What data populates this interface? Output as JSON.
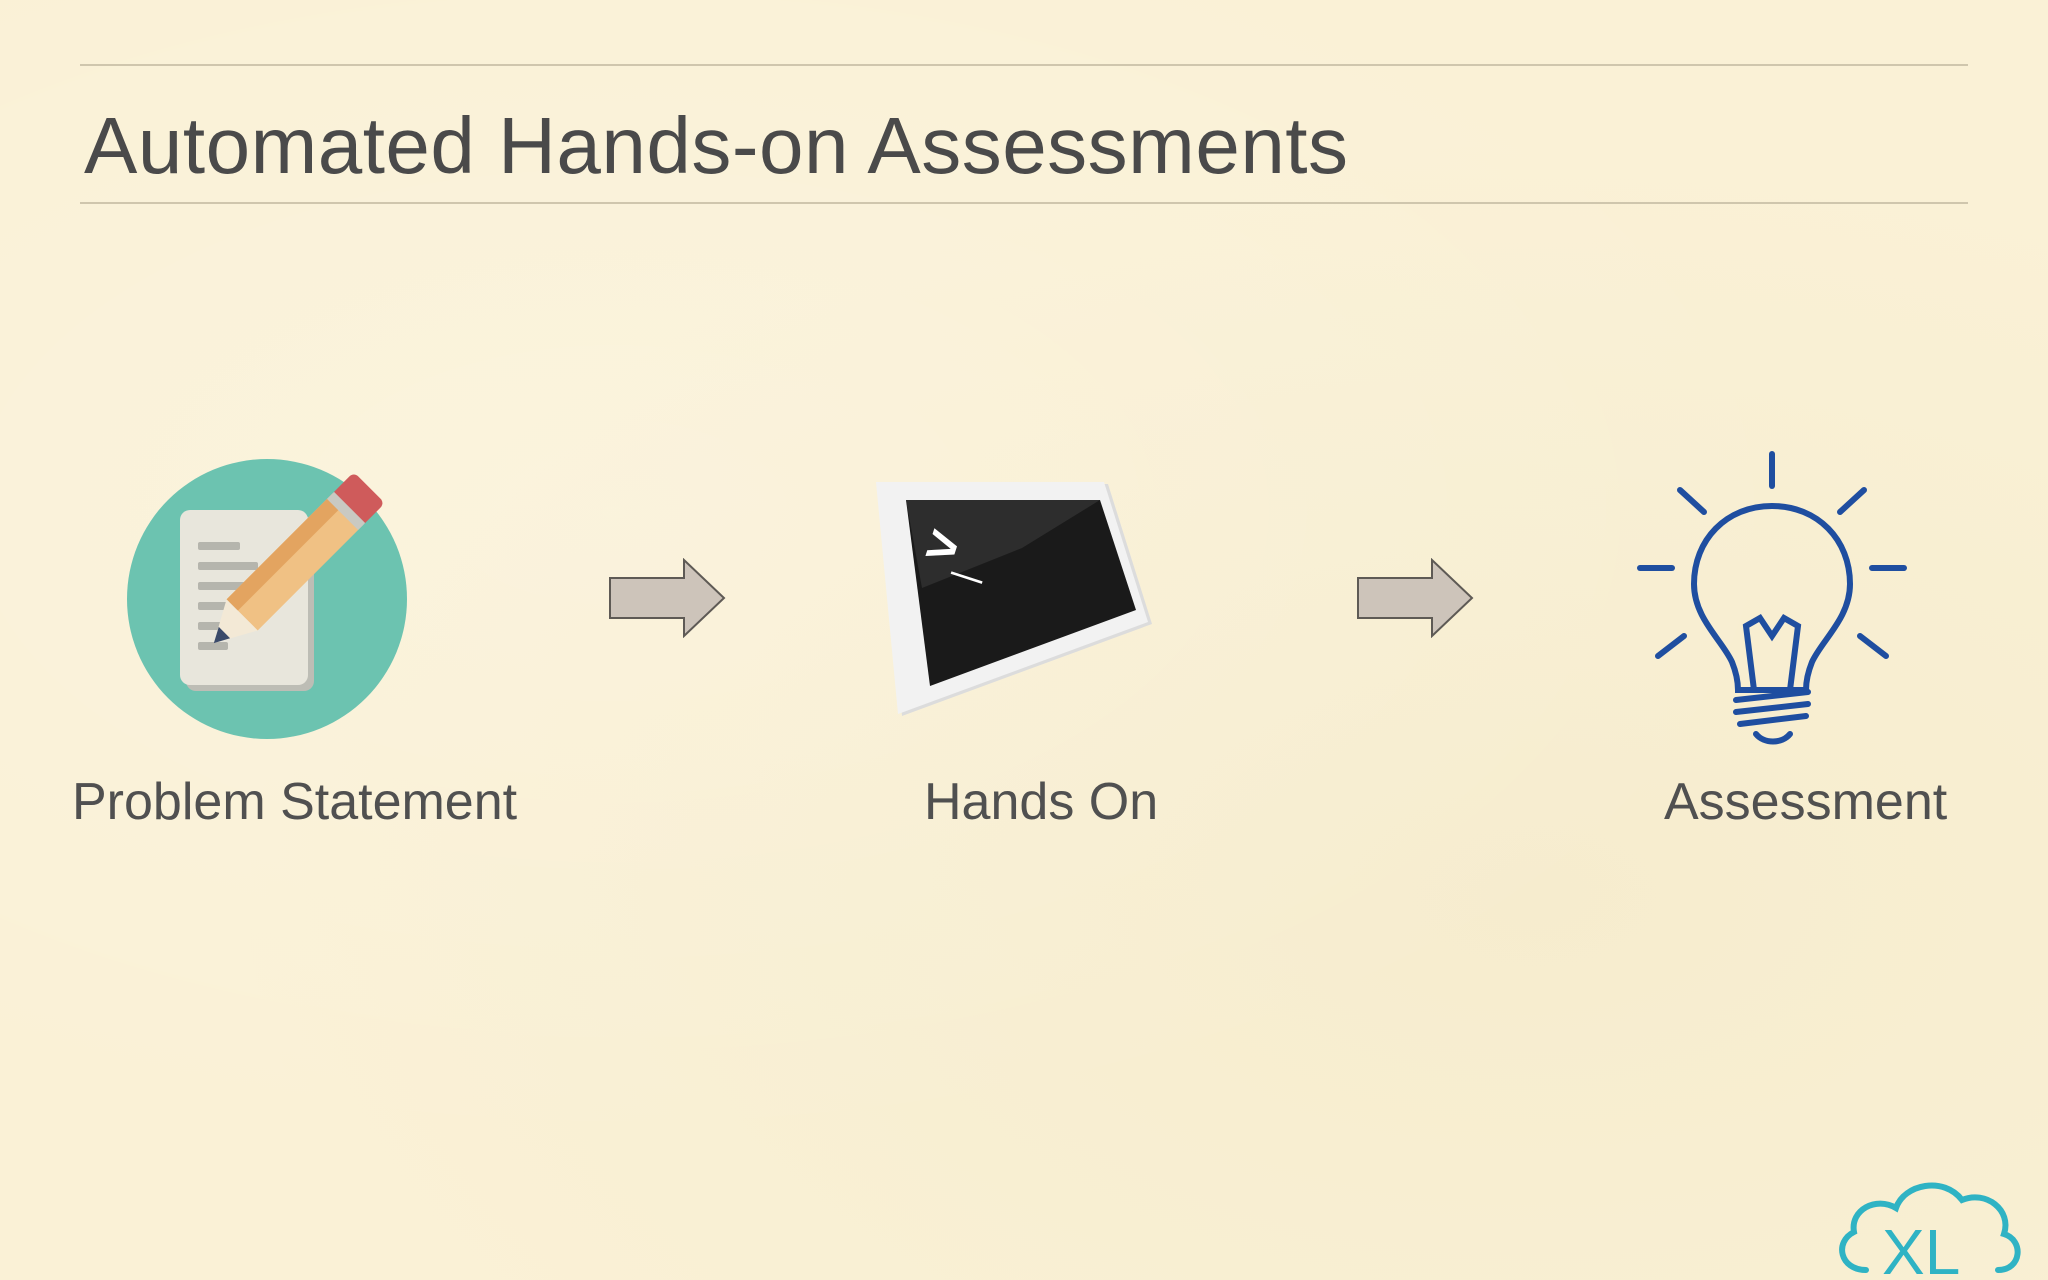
{
  "slide": {
    "title": "Automated Hands-on Assessments"
  },
  "steps": [
    {
      "label": "Problem Statement",
      "icon": "pencil-document-icon"
    },
    {
      "label": "Hands On",
      "icon": "terminal-icon"
    },
    {
      "label": "Assessment",
      "icon": "lightbulb-icon"
    }
  ],
  "terminal": {
    "prompt_glyph": ">_"
  },
  "logo": {
    "text": "XL",
    "icon": "cloud-logo-icon",
    "color": "#2fb3c4"
  },
  "colors": {
    "background": "#faf1d6",
    "title_text": "#4a4a4a",
    "arrow_fill": "#cdc4ba",
    "bulb_blue": "#1f4ea0",
    "circle_teal": "#6cc3b0"
  }
}
